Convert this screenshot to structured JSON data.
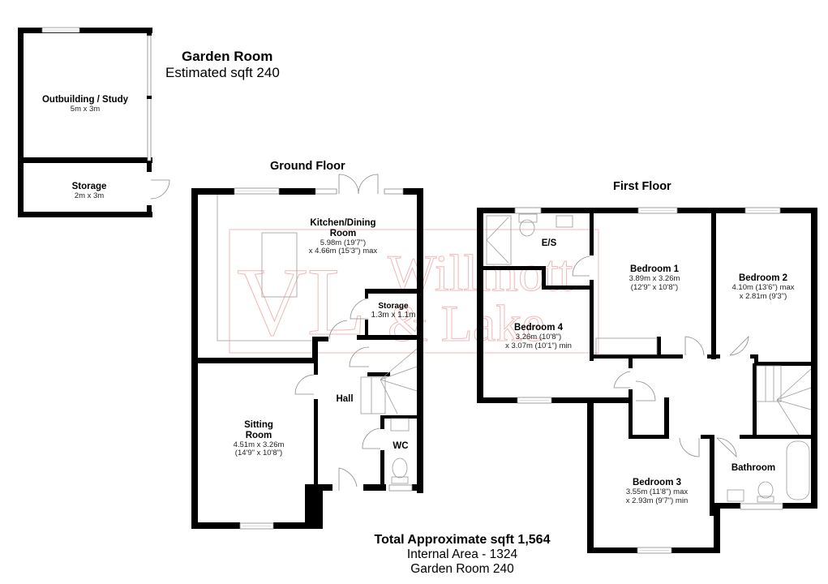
{
  "garden_room": {
    "title": "Garden Room",
    "subtitle": "Estimated sqft 240",
    "rooms": [
      {
        "name": "Outbuilding / Study",
        "dims": [
          "5m x 3m"
        ]
      },
      {
        "name": "Storage",
        "dims": [
          "2m x 3m"
        ]
      }
    ]
  },
  "ground_floor": {
    "title": "Ground Floor",
    "rooms": [
      {
        "name": "Kitchen/Dining Room",
        "name_lines": [
          "Kitchen/Dining",
          "Room"
        ],
        "dims": [
          "5.98m (19'7\")",
          "x 4.66m (15'3\") max"
        ]
      },
      {
        "name": "Storage",
        "dims": [
          "1.3m x 1.1m"
        ]
      },
      {
        "name": "Hall",
        "dims": []
      },
      {
        "name": "Sitting Room",
        "name_lines": [
          "Sitting",
          "Room"
        ],
        "dims": [
          "4.51m x 3.26m",
          "(14'9\" x 10'8\")"
        ]
      },
      {
        "name": "WC",
        "dims": []
      }
    ]
  },
  "first_floor": {
    "title": "First Floor",
    "rooms": [
      {
        "name": "E/S",
        "dims": []
      },
      {
        "name": "Bedroom 1",
        "dims": [
          "3.89m x 3.26m",
          "(12'9\" x 10'8\")"
        ]
      },
      {
        "name": "Bedroom 2",
        "dims": [
          "4.10m (13'6\") max",
          "x 2.81m (9'3\")"
        ]
      },
      {
        "name": "Bedroom 4",
        "dims": [
          "3.26m (10'8\")",
          "x 3.07m (10'1\") min"
        ]
      },
      {
        "name": "Bedroom 3",
        "dims": [
          "3.55m (11'8\") max",
          "x 2.93m (9'7\") min"
        ]
      },
      {
        "name": "Bathroom",
        "dims": []
      }
    ]
  },
  "totals": {
    "headline": "Total Approximate sqft 1,564",
    "internal": "Internal Area - 1324",
    "garden": "Garden Room 240"
  },
  "watermark": {
    "monogram": "VL",
    "line1": "Willmott",
    "line2": "& Lake",
    "color": "#f0b8b8"
  },
  "colors": {
    "wall": "#000000",
    "fixture": "#9a9a9a",
    "background": "#ffffff"
  }
}
